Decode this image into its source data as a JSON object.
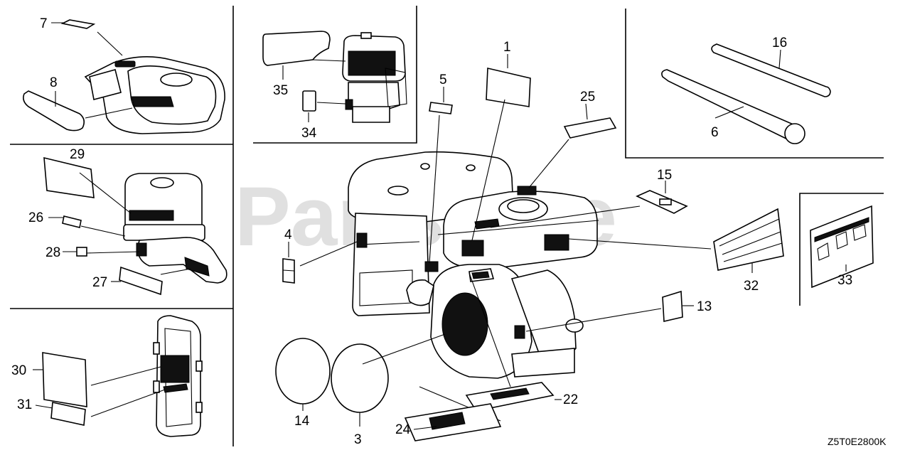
{
  "watermark": "PartsTree",
  "diagram_code": "Z5T0E2800K",
  "callouts": {
    "c1": "1",
    "c3": "3",
    "c4": "4",
    "c5": "5",
    "c6": "6",
    "c7": "7",
    "c8": "8",
    "c13": "13",
    "c14": "14",
    "c15": "15",
    "c16": "16",
    "c22": "22",
    "c24": "24",
    "c25": "25",
    "c26": "26",
    "c27": "27",
    "c28": "28",
    "c29": "29",
    "c30": "30",
    "c31": "31",
    "c32": "32",
    "c33": "33",
    "c34": "34",
    "c35": "35"
  }
}
